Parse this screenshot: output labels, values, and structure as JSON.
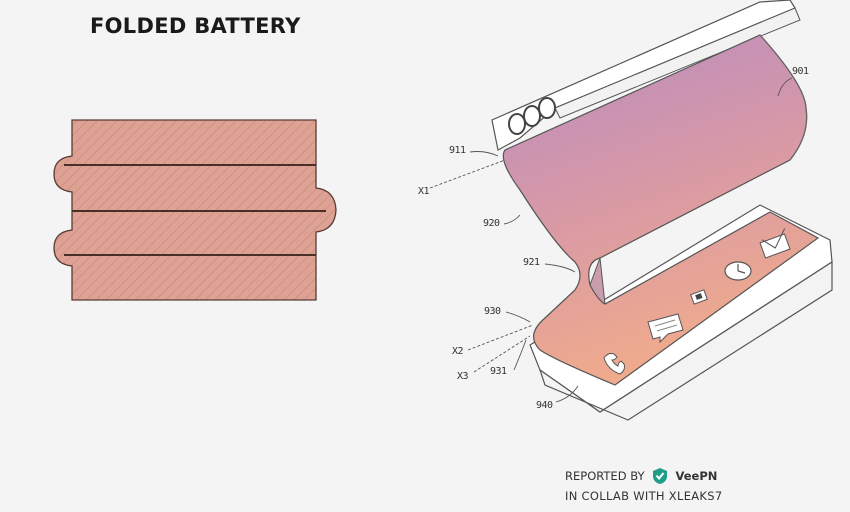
{
  "title": "FOLDED BATTERY",
  "callouts": {
    "c901": "901",
    "c911": "911",
    "cX1": "X1",
    "c920": "920",
    "c921": "921",
    "c930": "930",
    "cX2": "X2",
    "cX3": "X3",
    "c931": "931",
    "c940": "940"
  },
  "credit": {
    "reported_by": "REPORTED BY",
    "brand": "VeePN",
    "collab": "IN COLLAB WITH XLEAKS7"
  },
  "colors": {
    "battery_fill": "#dea294",
    "battery_stroke": "#5a3a34",
    "screen_top": "#b98bc1",
    "screen_bottom": "#f0ab8c",
    "brand_teal": "#1f9e89"
  },
  "icons": [
    "phone-icon",
    "message-icon",
    "app-icon",
    "clock-icon",
    "mail-icon",
    "camera-lens-icon"
  ]
}
